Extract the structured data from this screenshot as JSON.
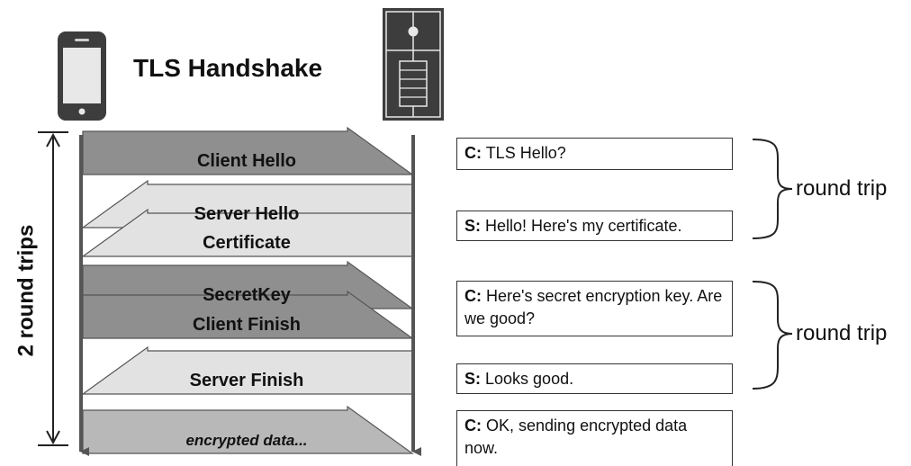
{
  "title": "TLS Handshake",
  "side_label": "2 round trips",
  "arrows": [
    {
      "label": "Client Hello",
      "direction": "right"
    },
    {
      "label": "Server Hello",
      "direction": "left"
    },
    {
      "label": "Certificate",
      "direction": "left"
    },
    {
      "label": "SecretKey",
      "direction": "right"
    },
    {
      "label": "Client Finish",
      "direction": "right"
    },
    {
      "label": "Server Finish",
      "direction": "left"
    },
    {
      "label": "encrypted data...",
      "direction": "right"
    }
  ],
  "messages": [
    {
      "speaker": "C:",
      "text": "TLS Hello?"
    },
    {
      "speaker": "S:",
      "text": "Hello! Here's my certificate."
    },
    {
      "speaker": "C:",
      "text": "Here's secret encryption key. Are we good?"
    },
    {
      "speaker": "S:",
      "text": "Looks good."
    },
    {
      "speaker": "C:",
      "text": "OK, sending encrypted data now."
    }
  ],
  "round_trip_labels": [
    "round trip",
    "round trip"
  ],
  "icons": {
    "client": "phone-icon",
    "server": "server-icon"
  },
  "colors": {
    "right_arrow": "#8f8f8f",
    "left_arrow": "#e2e2e2",
    "encrypted_arrow": "#b8b8b8",
    "lifeline": "#555555",
    "device": "#3d3d3d"
  }
}
